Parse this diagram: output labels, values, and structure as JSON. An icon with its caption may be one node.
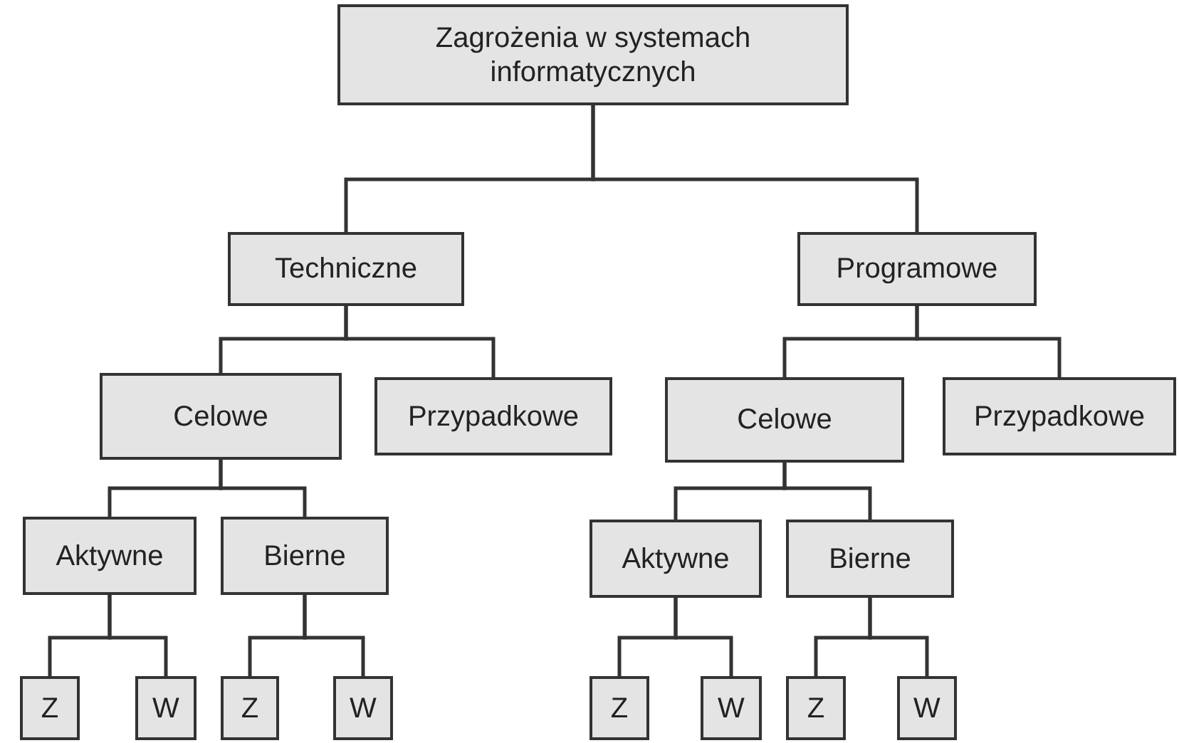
{
  "diagram": {
    "nodes": [
      {
        "text": [
          "Zagrożenia w systemach informatycznych"
        ]
      },
      {
        "text": [
          "Techniczne"
        ]
      },
      {
        "text": [
          "Programowe"
        ]
      },
      {
        "text": [
          "Celowe"
        ]
      },
      {
        "text": [
          "Przypadkowe"
        ]
      },
      {
        "text": [
          "Celowe"
        ]
      },
      {
        "text": [
          "Przypadkowe"
        ]
      },
      {
        "text": [
          "Aktywne"
        ]
      },
      {
        "text": [
          "Bierne"
        ]
      },
      {
        "text": [
          "Aktywne"
        ]
      },
      {
        "text": [
          "Bierne"
        ]
      },
      {
        "text": [
          "Z"
        ]
      },
      {
        "text": [
          "W"
        ]
      },
      {
        "text": [
          "Z"
        ]
      },
      {
        "text": [
          "W"
        ]
      },
      {
        "text": [
          "Z"
        ]
      },
      {
        "text": [
          "W"
        ]
      },
      {
        "text": [
          "Z"
        ]
      },
      {
        "text": [
          "W"
        ]
      }
    ],
    "edges": [
      {
        "from": 0,
        "to": 1,
        "arrow": "none"
      },
      {
        "from": 0,
        "to": 2,
        "arrow": "none"
      },
      {
        "from": 1,
        "to": 3,
        "arrow": "none"
      },
      {
        "from": 1,
        "to": 4,
        "arrow": "none"
      },
      {
        "from": 2,
        "to": 5,
        "arrow": "none"
      },
      {
        "from": 2,
        "to": 6,
        "arrow": "none"
      },
      {
        "from": 3,
        "to": 7,
        "arrow": "none"
      },
      {
        "from": 3,
        "to": 8,
        "arrow": "none"
      },
      {
        "from": 5,
        "to": 9,
        "arrow": "none"
      },
      {
        "from": 5,
        "to": 10,
        "arrow": "none"
      },
      {
        "from": 7,
        "to": 11,
        "arrow": "none"
      },
      {
        "from": 7,
        "to": 12,
        "arrow": "none"
      },
      {
        "from": 8,
        "to": 13,
        "arrow": "none"
      },
      {
        "from": 8,
        "to": 14,
        "arrow": "none"
      },
      {
        "from": 9,
        "to": 15,
        "arrow": "none"
      },
      {
        "from": 9,
        "to": 16,
        "arrow": "none"
      },
      {
        "from": 10,
        "to": 17,
        "arrow": "none"
      },
      {
        "from": 10,
        "to": 18,
        "arrow": "none"
      }
    ]
  }
}
